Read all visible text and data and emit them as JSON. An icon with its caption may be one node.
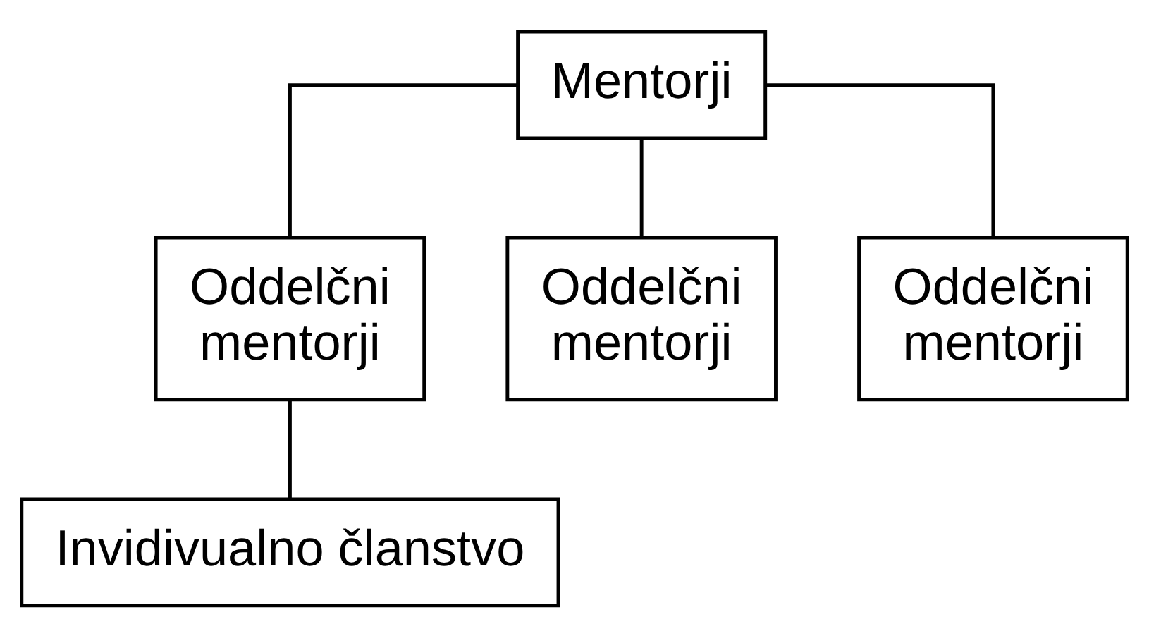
{
  "diagram": {
    "nodes": [
      {
        "text": [
          "Mentorji"
        ]
      },
      {
        "text": [
          "Oddelčni mentorji"
        ]
      },
      {
        "text": [
          "Oddelčni mentorji"
        ]
      },
      {
        "text": [
          "Oddelčni mentorji"
        ]
      },
      {
        "text": [
          "Invidivualno članstvo"
        ]
      }
    ],
    "edges": [
      {
        "from": 0,
        "to": 1,
        "arrow": "none"
      },
      {
        "from": 0,
        "to": 2,
        "arrow": "none"
      },
      {
        "from": 0,
        "to": 3,
        "arrow": "none"
      },
      {
        "from": 1,
        "to": 4,
        "arrow": "none"
      }
    ]
  }
}
